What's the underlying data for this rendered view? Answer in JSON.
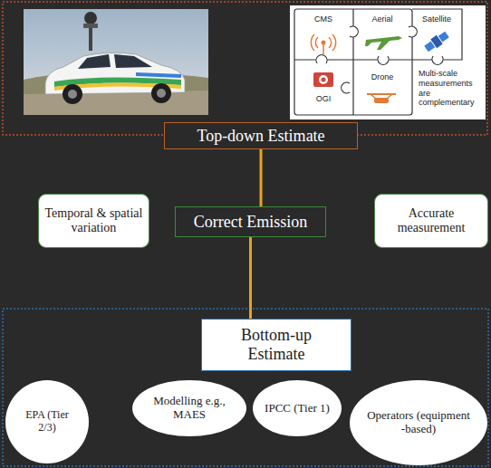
{
  "diagram": {
    "nodes": [
      {
        "text": [
          "Top-down Estimate"
        ]
      },
      {
        "text": [
          "Temporal & spatial variation"
        ]
      },
      {
        "text": [
          "Correct Emission"
        ]
      },
      {
        "text": [
          "Accurate measurement"
        ]
      },
      {
        "text": [
          "Bottom-up Estimate"
        ]
      },
      {
        "text": [
          "EPA (Tier 2/3)"
        ]
      },
      {
        "text": [
          "Modelling e.g., MAES"
        ]
      },
      {
        "text": [
          "IPCC (Tier 1)"
        ]
      },
      {
        "text": [
          "Operators (equipment -based)"
        ]
      }
    ],
    "edges": [
      {
        "from": 0,
        "to": 2,
        "arrow": "none"
      },
      {
        "from": 2,
        "to": 4,
        "arrow": "none"
      }
    ],
    "labels": [
      "CMS",
      "Aerial",
      "Satellite",
      "OGI",
      "Drone",
      "Multi-scale measurements are complementary"
    ]
  }
}
